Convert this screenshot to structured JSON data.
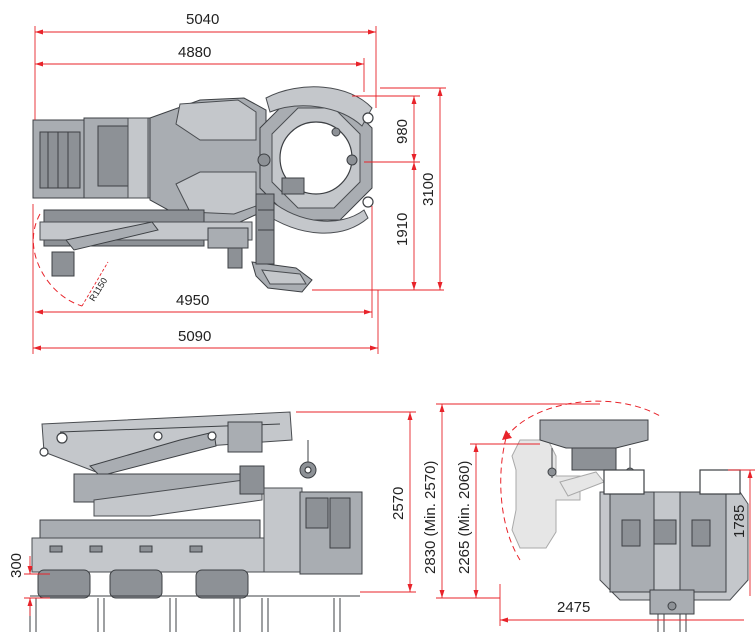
{
  "colors": {
    "dimension_line": "#e8232a",
    "machine_body": "#a9adb2",
    "machine_dark": "#8d9196",
    "ghost_position": "#e6e6e6",
    "text": "#222222"
  },
  "top_view": {
    "dim_overall_length_top": "5040",
    "dim_length_to_clamp": "4880",
    "dim_clamp_offset": "980",
    "dim_total_width": "3100",
    "dim_lower_width": "1910",
    "dim_length_bottom": "4950",
    "dim_overall_length_bottom": "5090",
    "dim_radius": "R1150"
  },
  "side_view": {
    "dim_height": "2570",
    "dim_ground_clearance": "300"
  },
  "end_view": {
    "dim_height_outer": "2830 (Min. 2570)",
    "dim_height_inner": "2265 (Min. 2060)",
    "dim_body_height": "1785",
    "dim_track_gauge": "2475"
  }
}
